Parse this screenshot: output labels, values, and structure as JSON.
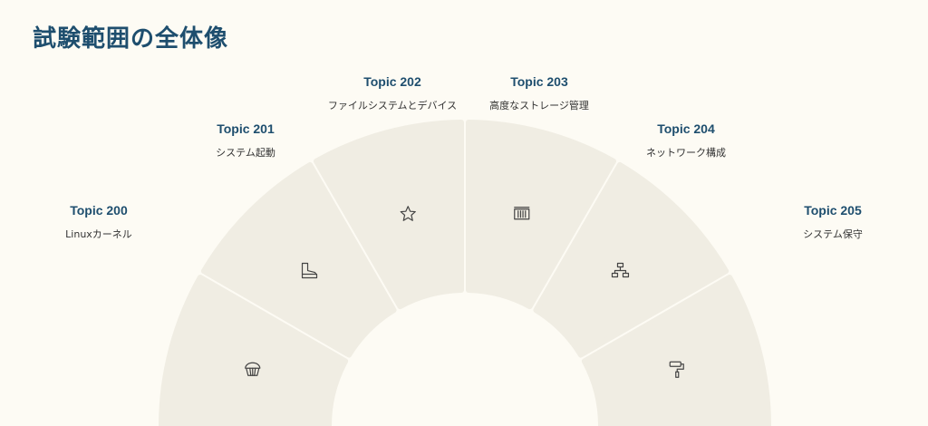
{
  "title": "試験範囲の全体像",
  "colors": {
    "segment": "#f0ede3",
    "heading": "#1e4e6e",
    "text": "#333333",
    "background": "#fdfbf4"
  },
  "topics": [
    {
      "id": "topic-200",
      "title": "Topic 200",
      "subtitle": "Linuxカーネル",
      "icon": "basket-icon"
    },
    {
      "id": "topic-201",
      "title": "Topic 201",
      "subtitle": "システム起動",
      "icon": "boot-icon"
    },
    {
      "id": "topic-202",
      "title": "Topic 202",
      "subtitle": "ファイルシステムとデバイス",
      "icon": "star-icon"
    },
    {
      "id": "topic-203",
      "title": "Topic 203",
      "subtitle": "高度なストレージ管理",
      "icon": "storage-icon"
    },
    {
      "id": "topic-204",
      "title": "Topic 204",
      "subtitle": "ネットワーク構成",
      "icon": "network-icon"
    },
    {
      "id": "topic-205",
      "title": "Topic 205",
      "subtitle": "システム保守",
      "icon": "paint-roller-icon"
    }
  ]
}
